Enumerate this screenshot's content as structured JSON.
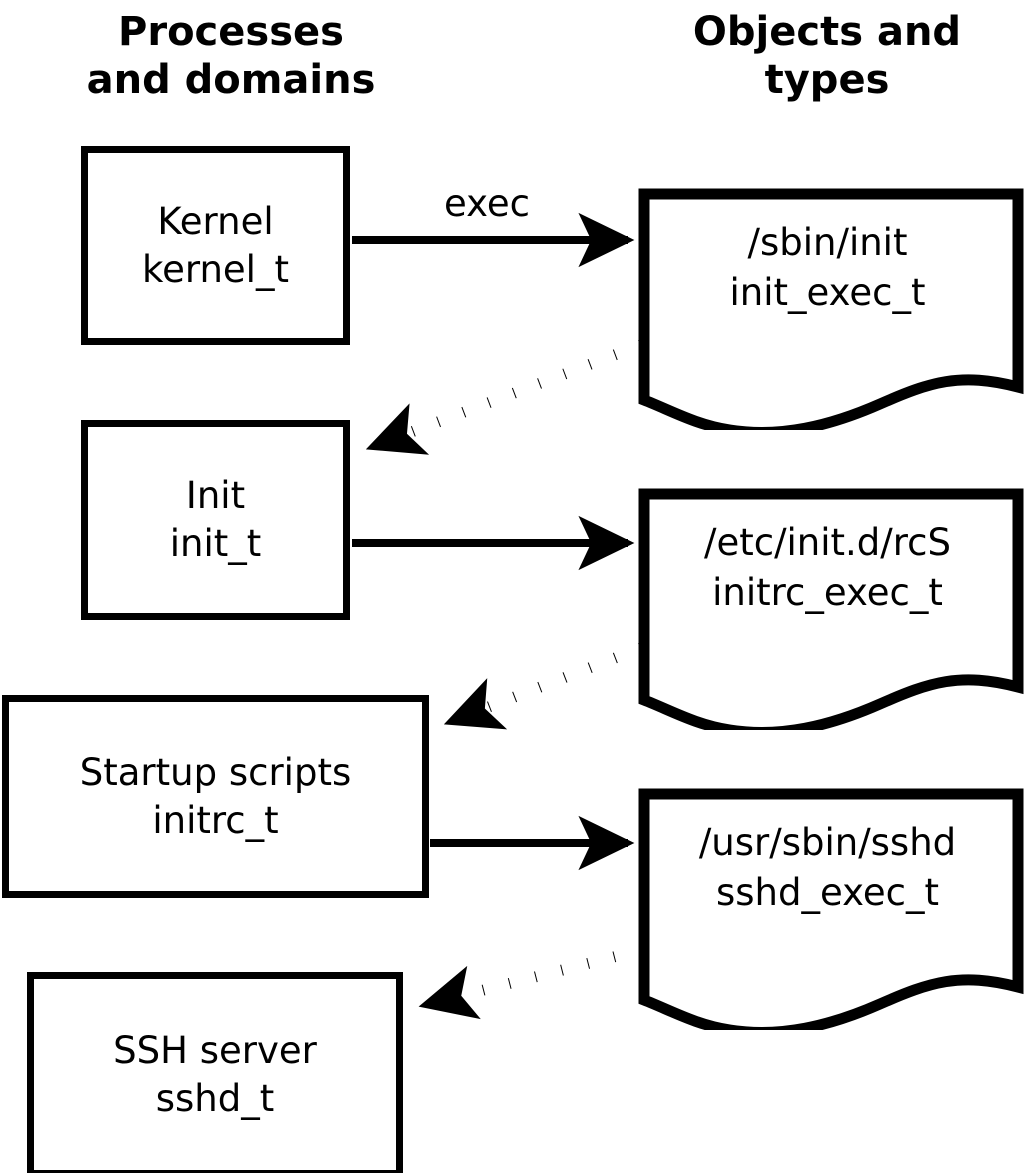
{
  "headings": {
    "left": "Processes\nand domains",
    "right": "Objects and\ntypes"
  },
  "colors": {
    "stroke": "#000000",
    "fill": "#ffffff",
    "background": "#ffffff"
  },
  "processes": [
    {
      "id": "kernel",
      "name": "Kernel",
      "type": "kernel_t"
    },
    {
      "id": "init",
      "name": "Init",
      "type": "init_t"
    },
    {
      "id": "initrc",
      "name": "Startup scripts",
      "type": "initrc_t"
    },
    {
      "id": "sshd",
      "name": "SSH server",
      "type": "sshd_t"
    }
  ],
  "objects": [
    {
      "id": "init_exec",
      "path": "/sbin/init",
      "type": "init_exec_t"
    },
    {
      "id": "initrc_exec",
      "path": "/etc/init.d/rcS",
      "type": "initrc_exec_t"
    },
    {
      "id": "sshd_exec",
      "path": "/usr/sbin/sshd",
      "type": "sshd_exec_t"
    }
  ],
  "edges": [
    {
      "id": "kernel-exec-init",
      "from": "kernel",
      "to": "init_exec",
      "label": "exec",
      "style": "solid"
    },
    {
      "id": "init-transition",
      "from": "init_exec",
      "to": "init",
      "label": "",
      "style": "dotted"
    },
    {
      "id": "init-exec-initrc",
      "from": "init",
      "to": "initrc_exec",
      "label": "",
      "style": "solid"
    },
    {
      "id": "initrc-transition",
      "from": "initrc_exec",
      "to": "initrc",
      "label": "",
      "style": "dotted"
    },
    {
      "id": "initrc-exec-sshd",
      "from": "initrc",
      "to": "sshd_exec",
      "label": "",
      "style": "solid"
    },
    {
      "id": "sshd-transition",
      "from": "sshd_exec",
      "to": "sshd",
      "label": "",
      "style": "dotted"
    }
  ],
  "edge_labels": {
    "exec": "exec"
  }
}
